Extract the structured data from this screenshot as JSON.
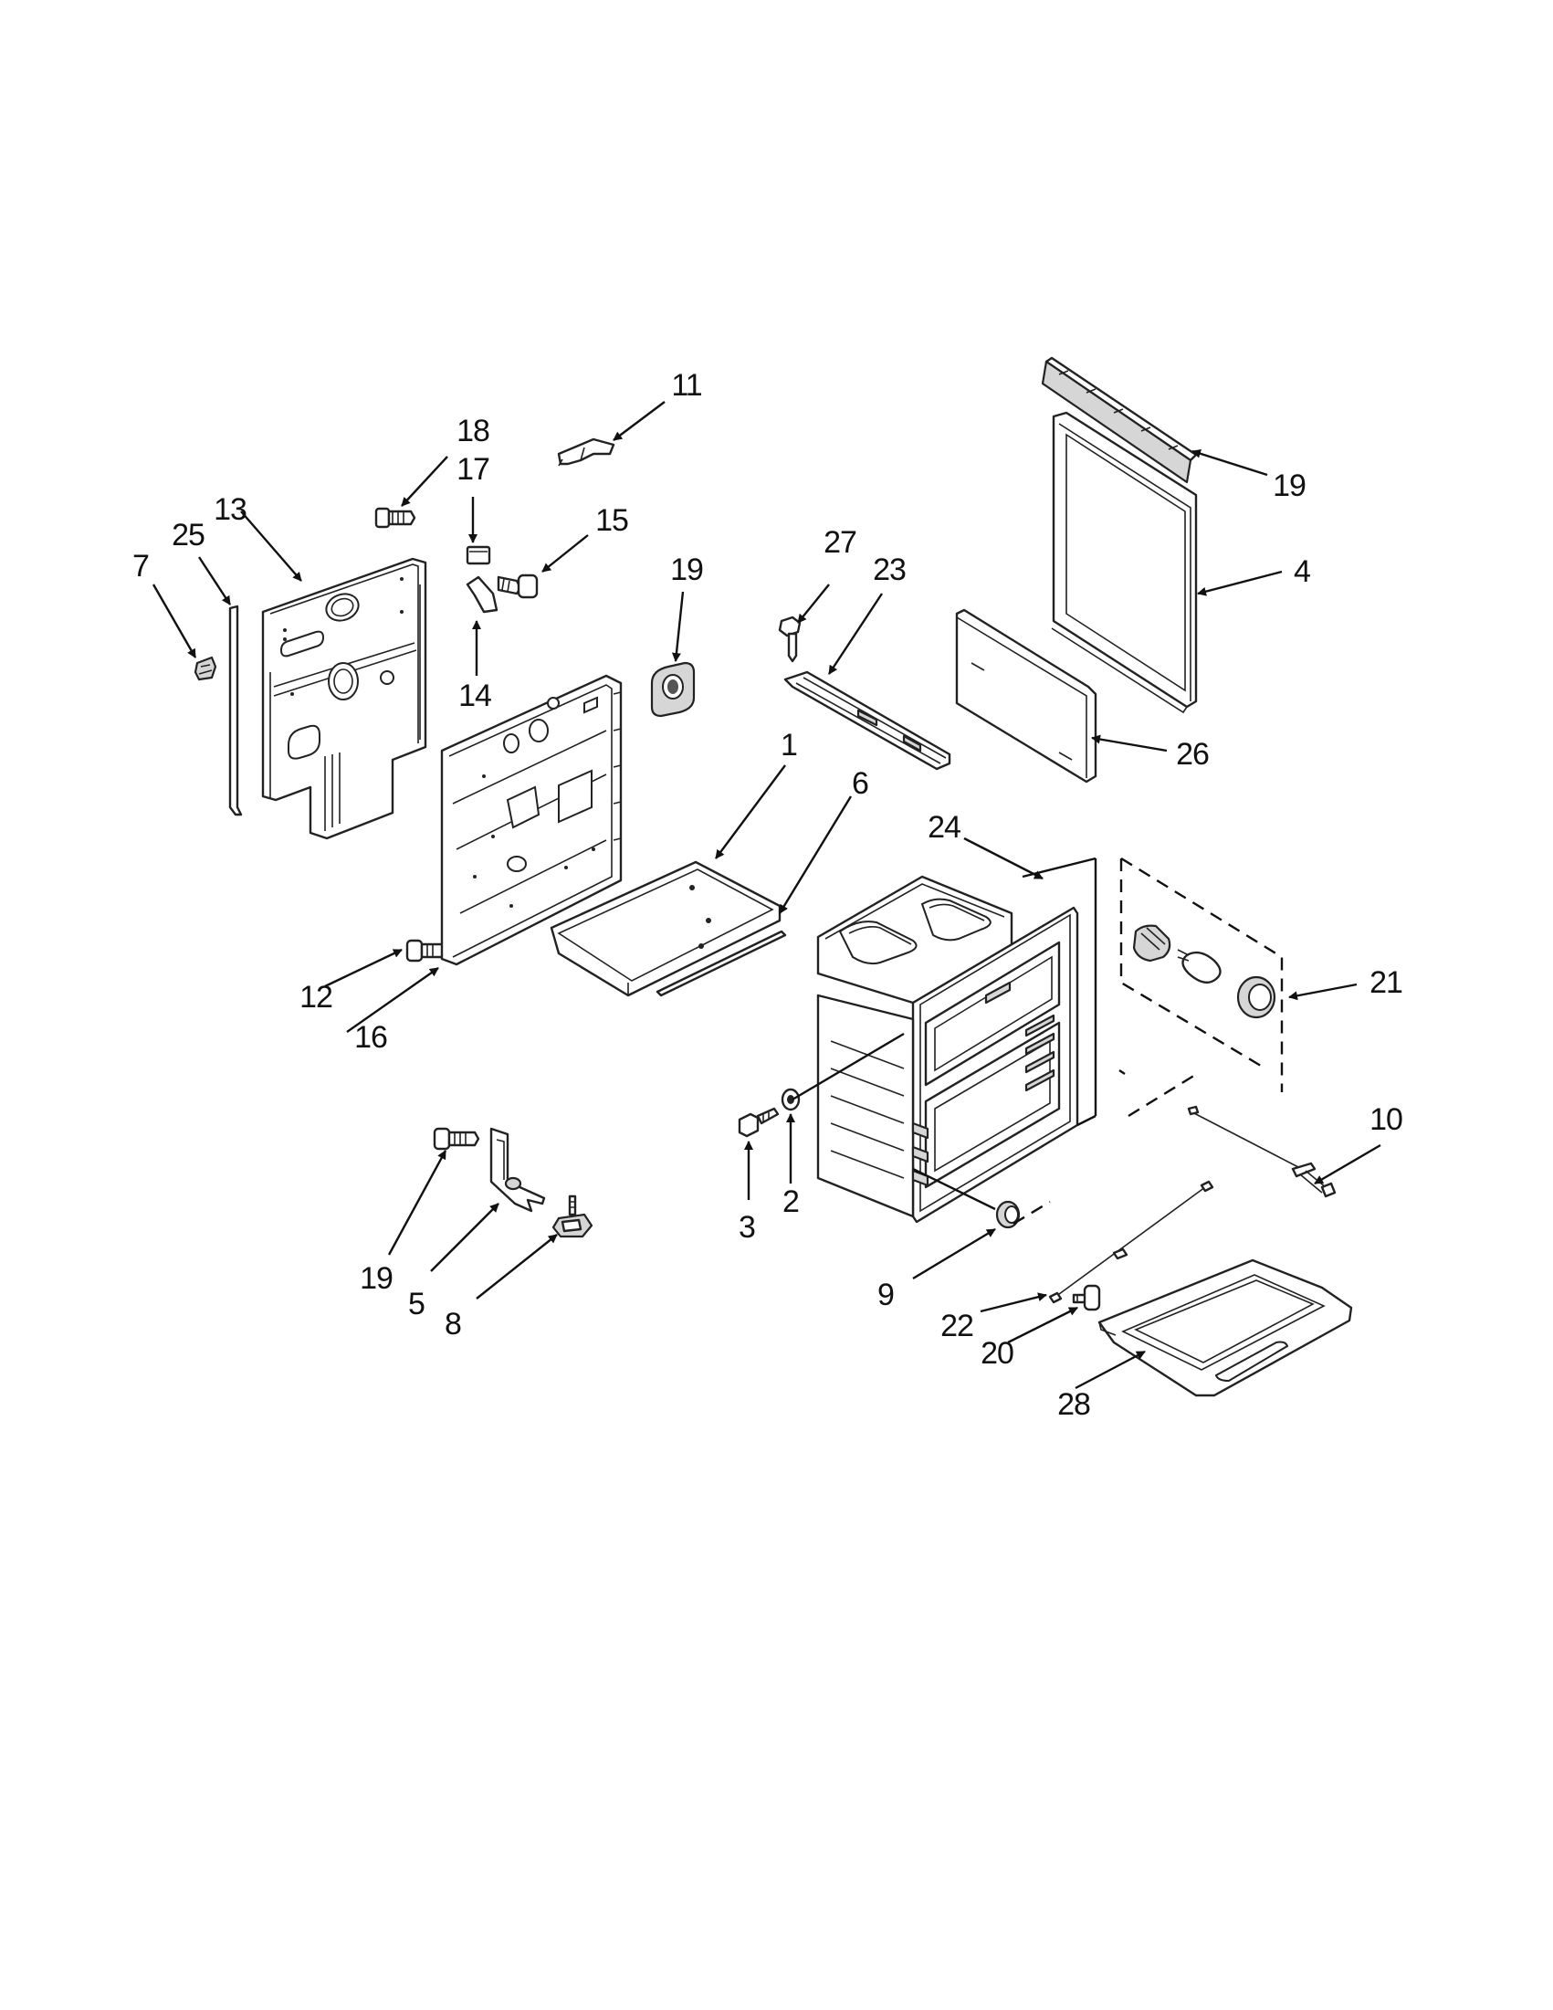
{
  "callouts": [
    {
      "id": "c1",
      "label": "1"
    },
    {
      "id": "c2",
      "label": "2"
    },
    {
      "id": "c3",
      "label": "3"
    },
    {
      "id": "c4",
      "label": "4"
    },
    {
      "id": "c5",
      "label": "5"
    },
    {
      "id": "c6",
      "label": "6"
    },
    {
      "id": "c7",
      "label": "7"
    },
    {
      "id": "c8",
      "label": "8"
    },
    {
      "id": "c9",
      "label": "9"
    },
    {
      "id": "c10",
      "label": "10"
    },
    {
      "id": "c11",
      "label": "11"
    },
    {
      "id": "c12",
      "label": "12"
    },
    {
      "id": "c13",
      "label": "13"
    },
    {
      "id": "c14",
      "label": "14"
    },
    {
      "id": "c15",
      "label": "15"
    },
    {
      "id": "c16",
      "label": "16"
    },
    {
      "id": "c17",
      "label": "17"
    },
    {
      "id": "c18",
      "label": "18"
    },
    {
      "id": "c19a",
      "label": "19"
    },
    {
      "id": "c19b",
      "label": "19"
    },
    {
      "id": "c19c",
      "label": "19"
    },
    {
      "id": "c20",
      "label": "20"
    },
    {
      "id": "c21",
      "label": "21"
    },
    {
      "id": "c22",
      "label": "22"
    },
    {
      "id": "c23",
      "label": "23"
    },
    {
      "id": "c24",
      "label": "24"
    },
    {
      "id": "c25",
      "label": "25"
    },
    {
      "id": "c26",
      "label": "26"
    },
    {
      "id": "c27",
      "label": "27"
    },
    {
      "id": "c28",
      "label": "28"
    }
  ]
}
